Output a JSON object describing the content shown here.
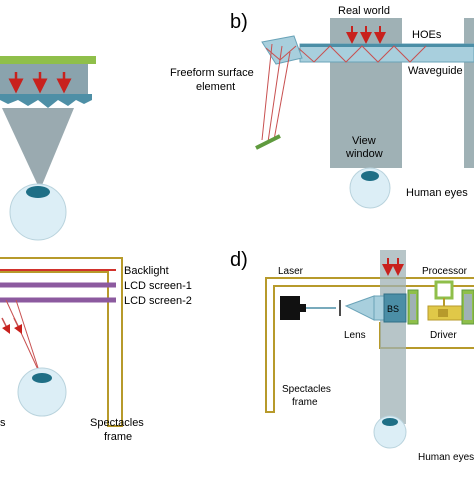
{
  "panels": {
    "b": {
      "label": "b)",
      "real_world": "Real world",
      "hoes": "HOEs",
      "waveguide": "Waveguide",
      "freeform_line1": "Freeform surface",
      "freeform_line2": "element",
      "view_window_line1": "View",
      "view_window_line2": "window",
      "human_eyes": "Human eyes"
    },
    "c": {
      "backlight": "Backlight",
      "lcd1": "LCD screen-1",
      "lcd2": "LCD screen-2",
      "left_partial": "s",
      "spectacles_line1": "Spectacles",
      "spectacles_line2": "frame"
    },
    "d": {
      "label": "d)",
      "laser": "Laser",
      "processor": "Processor",
      "lens": "Lens",
      "driver": "Driver",
      "bs": "BS",
      "spectacles_line1": "Spectacles",
      "spectacles_line2": "frame",
      "human_eyes": "Human eyes"
    }
  },
  "colors": {
    "arrow_red": "#c8211d",
    "ray_red": "#c85050",
    "glass_blue": "#9fc7d6",
    "waveguide_blue": "#4b8ea6",
    "window_gray": "#9fb1b5",
    "frame_gold": "#b79a2b",
    "backlight_red": "#d1322c",
    "lcd_purple": "#8c5a9f",
    "eye_blue": "#dceef6",
    "pupil": "#1f6f86",
    "mirror_green": "#5f9a3e"
  }
}
